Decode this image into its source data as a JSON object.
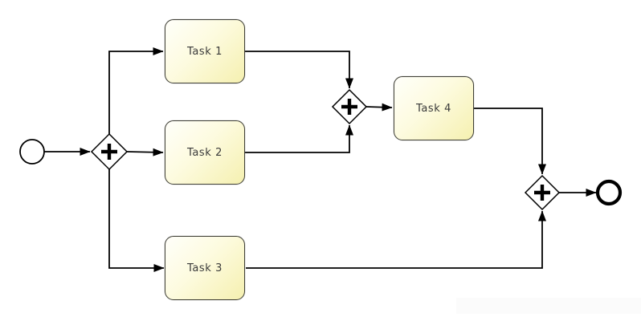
{
  "diagram": {
    "type": "bpmn-process",
    "background_color": "#ffffff",
    "line_color": "#000000",
    "task_style": {
      "fill_gradient_start": "#fffffa",
      "fill_gradient_end": "#f5f0b0",
      "border_color": "#3f3f36",
      "text_color": "#3a3a3a"
    },
    "tasks": [
      {
        "id": "task1",
        "label": "Task 1"
      },
      {
        "id": "task2",
        "label": "Task 2"
      },
      {
        "id": "task3",
        "label": "Task 3"
      },
      {
        "id": "task4",
        "label": "Task 4"
      }
    ],
    "gateways": [
      {
        "id": "gateway-split",
        "symbol": "+",
        "role": "parallel-split"
      },
      {
        "id": "gateway-join-upper",
        "symbol": "+",
        "role": "parallel-join"
      },
      {
        "id": "gateway-join-final",
        "symbol": "+",
        "role": "parallel-join"
      }
    ],
    "events": [
      {
        "id": "start-event",
        "type": "start"
      },
      {
        "id": "end-event",
        "type": "end"
      }
    ],
    "flows": [
      {
        "from": "start-event",
        "to": "gateway-split"
      },
      {
        "from": "gateway-split",
        "to": "task1"
      },
      {
        "from": "gateway-split",
        "to": "task2"
      },
      {
        "from": "gateway-split",
        "to": "task3"
      },
      {
        "from": "task1",
        "to": "gateway-join-upper"
      },
      {
        "from": "task2",
        "to": "gateway-join-upper"
      },
      {
        "from": "gateway-join-upper",
        "to": "task4"
      },
      {
        "from": "task4",
        "to": "gateway-join-final"
      },
      {
        "from": "task3",
        "to": "gateway-join-final"
      },
      {
        "from": "gateway-join-final",
        "to": "end-event"
      }
    ]
  }
}
